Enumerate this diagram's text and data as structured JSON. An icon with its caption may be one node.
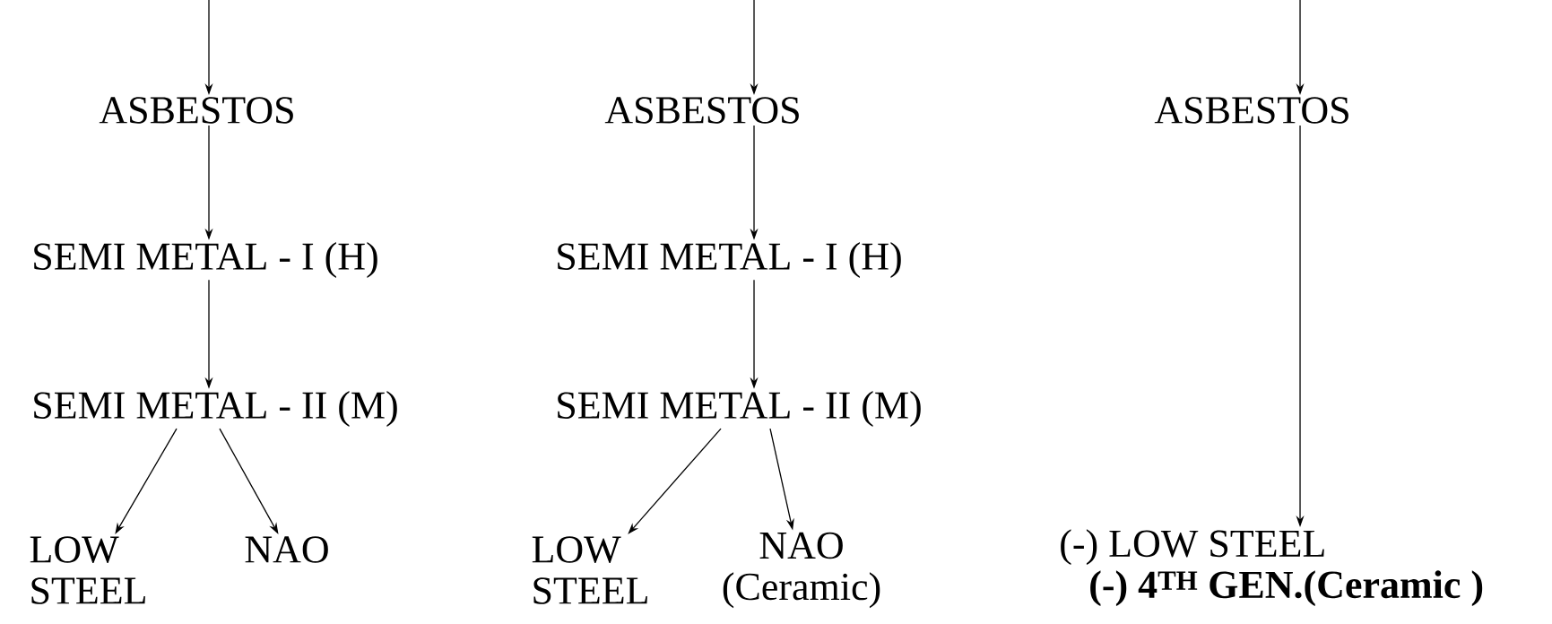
{
  "diagram": {
    "nodes": [
      {
        "text": [
          "ASBESTOS"
        ]
      },
      {
        "text": [
          "SEMI METAL - I (H)"
        ]
      },
      {
        "text": [
          "SEMI METAL - II (M)"
        ]
      },
      {
        "text": [
          "LOW STEEL"
        ]
      },
      {
        "text": [
          "NAO"
        ]
      },
      {
        "text": [
          "ASBESTOS"
        ]
      },
      {
        "text": [
          "SEMI METAL - I (H)"
        ]
      },
      {
        "text": [
          "SEMI METAL - II (M)"
        ]
      },
      {
        "text": [
          "LOW STEEL"
        ]
      },
      {
        "text": [
          "NAO (Ceramic)"
        ]
      },
      {
        "text": [
          "ASBESTOS"
        ]
      },
      {
        "text": [
          "(-) LOW STEEL",
          "(-) 4$^{TH}$ GEN.(Ceramic )"
        ]
      }
    ],
    "edges": [
      {
        "from": null,
        "to": 0,
        "arrow": "to"
      },
      {
        "from": 0,
        "to": 1,
        "arrow": "to"
      },
      {
        "from": 1,
        "to": 2,
        "arrow": "to"
      },
      {
        "from": 2,
        "to": 3,
        "arrow": "to"
      },
      {
        "from": 2,
        "to": 4,
        "arrow": "to"
      },
      {
        "from": null,
        "to": 5,
        "arrow": "to"
      },
      {
        "from": 5,
        "to": 6,
        "arrow": "to"
      },
      {
        "from": 6,
        "to": 7,
        "arrow": "to"
      },
      {
        "from": 7,
        "to": 8,
        "arrow": "to"
      },
      {
        "from": 7,
        "to": 9,
        "arrow": "to"
      },
      {
        "from": null,
        "to": 10,
        "arrow": "to"
      },
      {
        "from": 10,
        "to": 11,
        "arrow": "to"
      }
    ]
  }
}
